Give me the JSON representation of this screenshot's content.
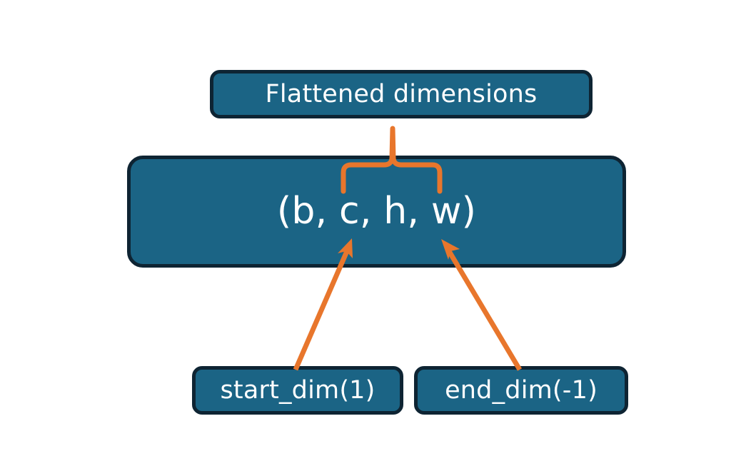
{
  "diagram": {
    "title": "PyTorch flatten start_dim / end_dim illustration",
    "colors": {
      "node_fill": "#1B6485",
      "node_border": "#0E2433",
      "node_text": "#FFFFFF",
      "connector": "#E8762C",
      "background": "#FFFFFF"
    },
    "nodes": {
      "flattened": {
        "label": "Flattened dimensions",
        "role": "caption-box-top"
      },
      "shape": {
        "label": "(b, c, h, w)",
        "role": "tensor-shape-box"
      },
      "start_dim": {
        "label": "start_dim(1)",
        "role": "argument-box-left"
      },
      "end_dim": {
        "label": "end_dim(-1)",
        "role": "argument-box-right"
      }
    },
    "connectors": [
      {
        "name": "brace-over-flattened-dims",
        "type": "curly-brace",
        "from": "shape",
        "to": "flattened",
        "spans": "c, h, w"
      },
      {
        "name": "arrow-start-dim-to-c",
        "type": "arrow",
        "from": "start_dim",
        "to": "shape",
        "points_at": "c"
      },
      {
        "name": "arrow-end-dim-to-w",
        "type": "arrow",
        "from": "end_dim",
        "to": "shape",
        "points_at": "w"
      }
    ]
  }
}
